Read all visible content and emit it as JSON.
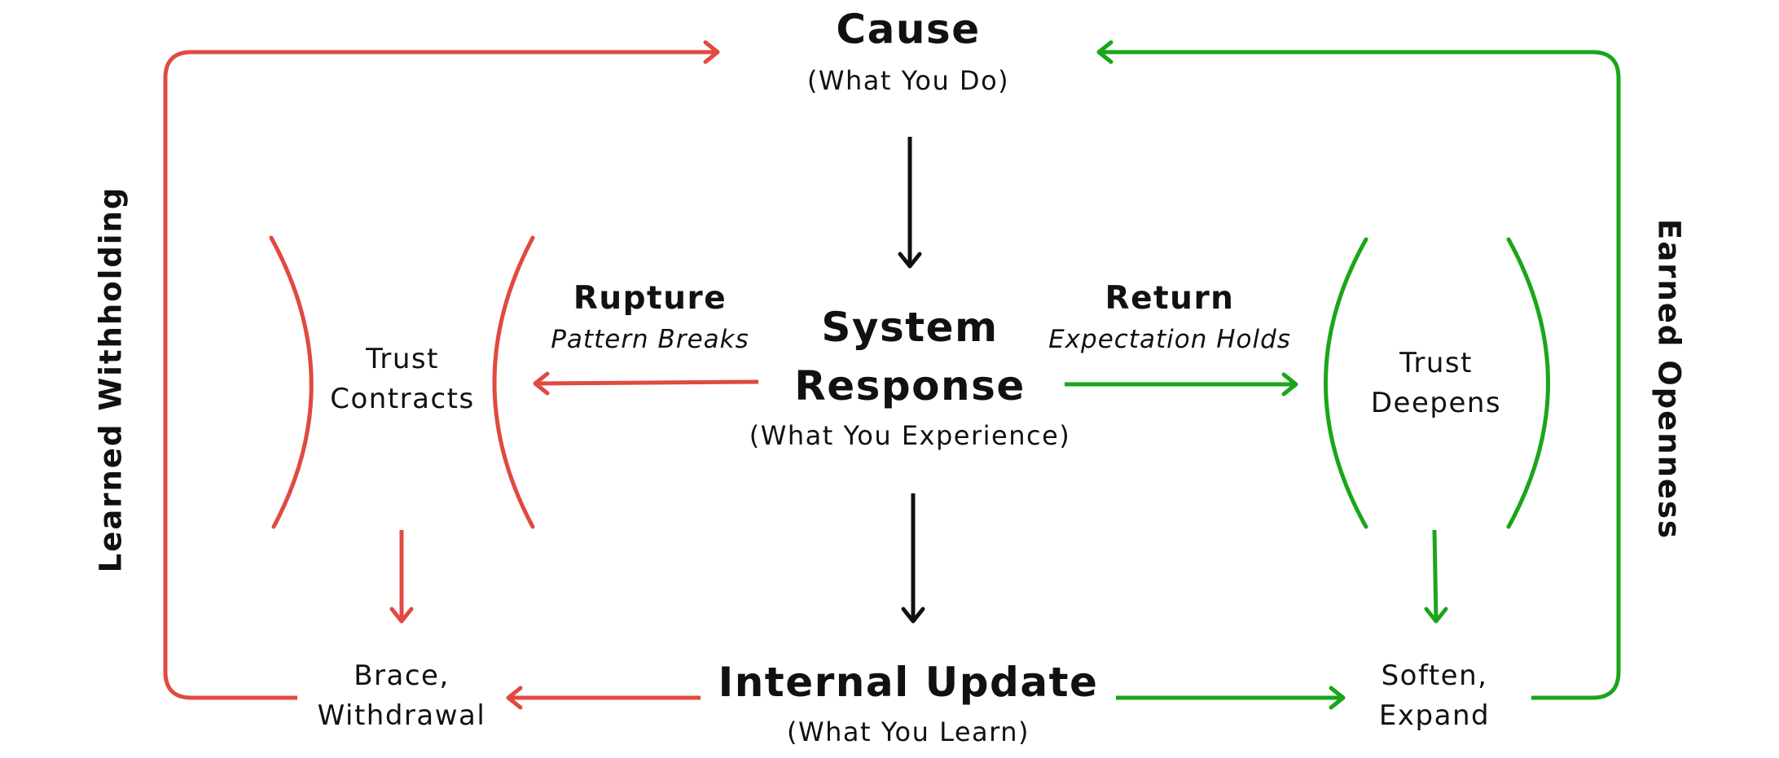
{
  "colors": {
    "negative": "#e04a3f",
    "positive": "#1aa61a",
    "neutral": "#111111"
  },
  "cause": {
    "title": "Cause",
    "subtitle": "(What You Do)"
  },
  "system_response": {
    "title_line1": "System",
    "title_line2": "Response",
    "subtitle": "(What You Experience)"
  },
  "internal_update": {
    "title": "Internal Update",
    "subtitle": "(What You Learn)"
  },
  "rupture": {
    "title": "Rupture",
    "subtitle": "Pattern Breaks"
  },
  "return": {
    "title": "Return",
    "subtitle": "Expectation Holds"
  },
  "trust_contracts": {
    "line1": "Trust",
    "line2": "Contracts"
  },
  "trust_deepens": {
    "line1": "Trust",
    "line2": "Deepens"
  },
  "brace": {
    "line1": "Brace,",
    "line2": "Withdrawal"
  },
  "soften": {
    "line1": "Soften,",
    "line2": "Expand"
  },
  "loops": {
    "left": "Learned Withholding",
    "right": "Earned Openness"
  }
}
